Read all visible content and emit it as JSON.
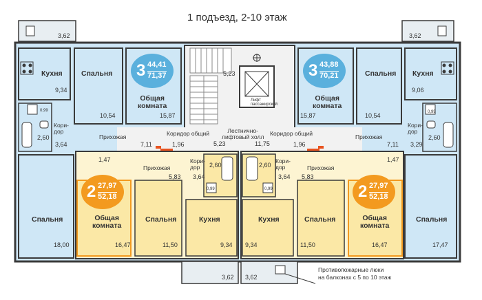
{
  "title": "1 подъезд, 2-10 этаж",
  "colors": {
    "blue_flat": "#5ab0dd",
    "orange_flat": "#f39a1f",
    "blue_room": "#cfe7f6",
    "yellow_room": "#fbe8a6",
    "yellow_light": "#fdf4d2",
    "wall": "#3a3a3a",
    "stair": "#f2f2f2"
  },
  "balcony": {
    "left": "3,62",
    "right": "3,62",
    "bottom_left": "3,62",
    "bottom_right": "3,62"
  },
  "stair": {
    "hall_label": "Лестнично-\nлифтовый холл",
    "lift_label": "Лифт\nпассажирский",
    "dim_5_23_top": "5,23",
    "dim_5_23_bot": "5,23",
    "dim_11_75": "11,75"
  },
  "corridor_left": {
    "label": "Коридор общий",
    "dim": "1,96"
  },
  "corridor_right": {
    "label": "Коридор общий",
    "dim": "1,96"
  },
  "flat_left3": {
    "rooms": "3",
    "area_living": "44,41",
    "area_total": "71,37",
    "kitchen": "Кухня",
    "kitchen_area": "9,34",
    "bedroom1": "Спальня",
    "bedroom1_area": "10,54",
    "living": "Общая\nкомната",
    "living_area": "15,87",
    "bath_area": "2,60",
    "wc_area": "0,99",
    "corridor": "Кори-\nдор",
    "corridor_area": "3,64",
    "hall": "Прихожая",
    "hall_area": "7,11",
    "closet_area": "1,47",
    "bedroom2": "Спальня",
    "bedroom2_area": "18,00"
  },
  "flat_right3": {
    "rooms": "3",
    "area_living": "43,88",
    "area_total": "70,21",
    "kitchen": "Кухня",
    "kitchen_area": "9,06",
    "bedroom1": "Спальня",
    "bedroom1_area": "10,54",
    "living": "Общая\nкомната",
    "living_area": "15,87",
    "bath_area": "2,60",
    "wc_area": "0,99",
    "corridor": "Кори-\nдор",
    "corridor_area": "3,29",
    "hall": "Прихожая",
    "hall_area": "7,11",
    "closet_area": "1,47",
    "bedroom2": "Спальня",
    "bedroom2_area": "17,47"
  },
  "flat_left2": {
    "rooms": "2",
    "area_living": "27,97",
    "area_total": "52,18",
    "hall": "Прихожая",
    "hall_area": "5,83",
    "corridor": "Кори-\nдор",
    "corridor_area": "3,64",
    "bath_area": "2,60",
    "wc_area": "0,99",
    "living": "Общая\nкомната",
    "living_area": "16,47",
    "bedroom": "Спальня",
    "bedroom_area": "11,50",
    "kitchen": "Кухня",
    "kitchen_area": "9,34"
  },
  "flat_right2": {
    "rooms": "2",
    "area_living": "27,97",
    "area_total": "52,18",
    "hall": "Прихожая",
    "hall_area": "5,83",
    "corridor": "Кори-\nдор",
    "corridor_area": "3,64",
    "bath_area": "2,60",
    "wc_area": "0,99",
    "living": "Общая\nкомната",
    "living_area": "16,47",
    "bedroom": "Спальня",
    "bedroom_area": "11,50",
    "kitchen": "Кухня",
    "kitchen_area": "9,34"
  },
  "fire_note": "Противопожарные люки\nна балконах с 5 по 10 этаж"
}
